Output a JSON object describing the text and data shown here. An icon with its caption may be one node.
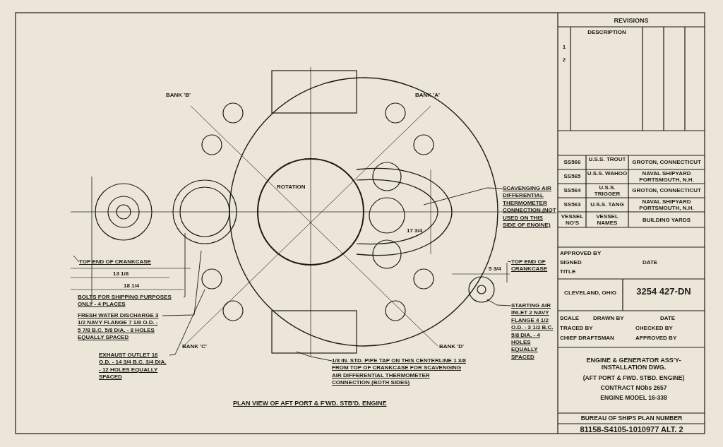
{
  "diagram": {
    "title": "PLAN VIEW OF AFT PORT & F'WD. STB'D. ENGINE",
    "nodes": [
      {
        "text": [
          "TOP END OF CRANKCASE"
        ]
      },
      {
        "text": [
          "BOLTS FOR SHIPPING PURPOSES ONLY - 4 PLACES"
        ]
      },
      {
        "text": [
          "FRESH WATER DISCHARGE 3 1/2 NAVY FLANGE 7 1/8 O.D. - 5 7/8 B.C. 5/8 DIA. - 8 HOLES EQUALLY SPACED"
        ]
      },
      {
        "text": [
          "EXHAUST OUTLET 16 O.D. - 14 3/4 B.C. 3/4 DIA. - 12 HOLES EQUALLY SPACED"
        ]
      },
      {
        "text": [
          "1/8 IN. STD. PIPE TAP ON THIS CENTERLINE 1 3/8 FROM TOP OF CRANKCASE FOR SCAVENGING AIR DIFFERENTIAL THERMOMETER CONNECTION (BOTH SIDES)"
        ]
      },
      {
        "text": [
          "SCAVENGING AIR DIFFERENTIAL THERMOMETER CONNECTION (NOT USED ON THIS SIDE OF ENGINE)"
        ]
      },
      {
        "text": [
          "TOP END OF CRANKCASE"
        ]
      },
      {
        "text": [
          "STARTING AIR INLET 2 NAVY FLANGE 4 1/2 O.D. - 3 1/2 B.C. 5/8 DIA. - 4 HOLES EQUALLY SPACED"
        ]
      }
    ],
    "edges": [
      {
        "from": 0,
        "to": null,
        "arrow": "none"
      },
      {
        "from": 1,
        "to": null,
        "arrow": "none"
      },
      {
        "from": 2,
        "to": null,
        "arrow": "none"
      },
      {
        "from": 3,
        "to": null,
        "arrow": "none"
      },
      {
        "from": 4,
        "to": null,
        "arrow": "none"
      },
      {
        "from": 5,
        "to": null,
        "arrow": "none"
      },
      {
        "from": 6,
        "to": null,
        "arrow": "none"
      },
      {
        "from": 7,
        "to": null,
        "arrow": "none"
      }
    ],
    "labels": [
      "REVISIONS",
      "DESCRIPTION",
      "1",
      "2",
      "BANK 'B'",
      "BANK 'A'",
      "ROTATION",
      "SS566",
      "U.S.S. TROUT",
      "GROTON, CONNECTICUT",
      "SS565",
      "U.S.S. WAHOO",
      "NAVAL SHIPYARD PORTSMOUTH, N.H.",
      "SS564",
      "U.S.S. TRIGGER",
      "GROTON, CONNECTICUT",
      "SS563",
      "U.S.S. TANG",
      "NAVAL SHIPYARD PORTSMOUTH, N.H.",
      "VESSEL NO'S",
      "VESSEL NAMES",
      "BUILDING YARDS",
      "APPROVED BY",
      "SIGNED",
      "DATE",
      "TITLE",
      "CLEVELAND, OHIO",
      "3254 427-DN",
      "SCALE",
      "DRAWN BY",
      "DATE",
      "TRACED BY",
      "CHECKED BY",
      "CHIEF DRAFTSMAN",
      "APPROVED BY",
      "ENGINE & GENERATOR ASS'Y- INSTALLATION DWG.",
      "(AFT PORT & FWD. STBD. ENGINE)",
      "CONTRACT NObs 2657",
      "ENGINE MODEL 16-338",
      "BUREAU OF SHIPS PLAN NUMBER",
      "81158-S4105-1010977 ALT. 2",
      "BANK 'C'",
      "BANK 'D'",
      "13 1/8",
      "18 1/4",
      "17 3/4",
      "5 3/4"
    ]
  }
}
